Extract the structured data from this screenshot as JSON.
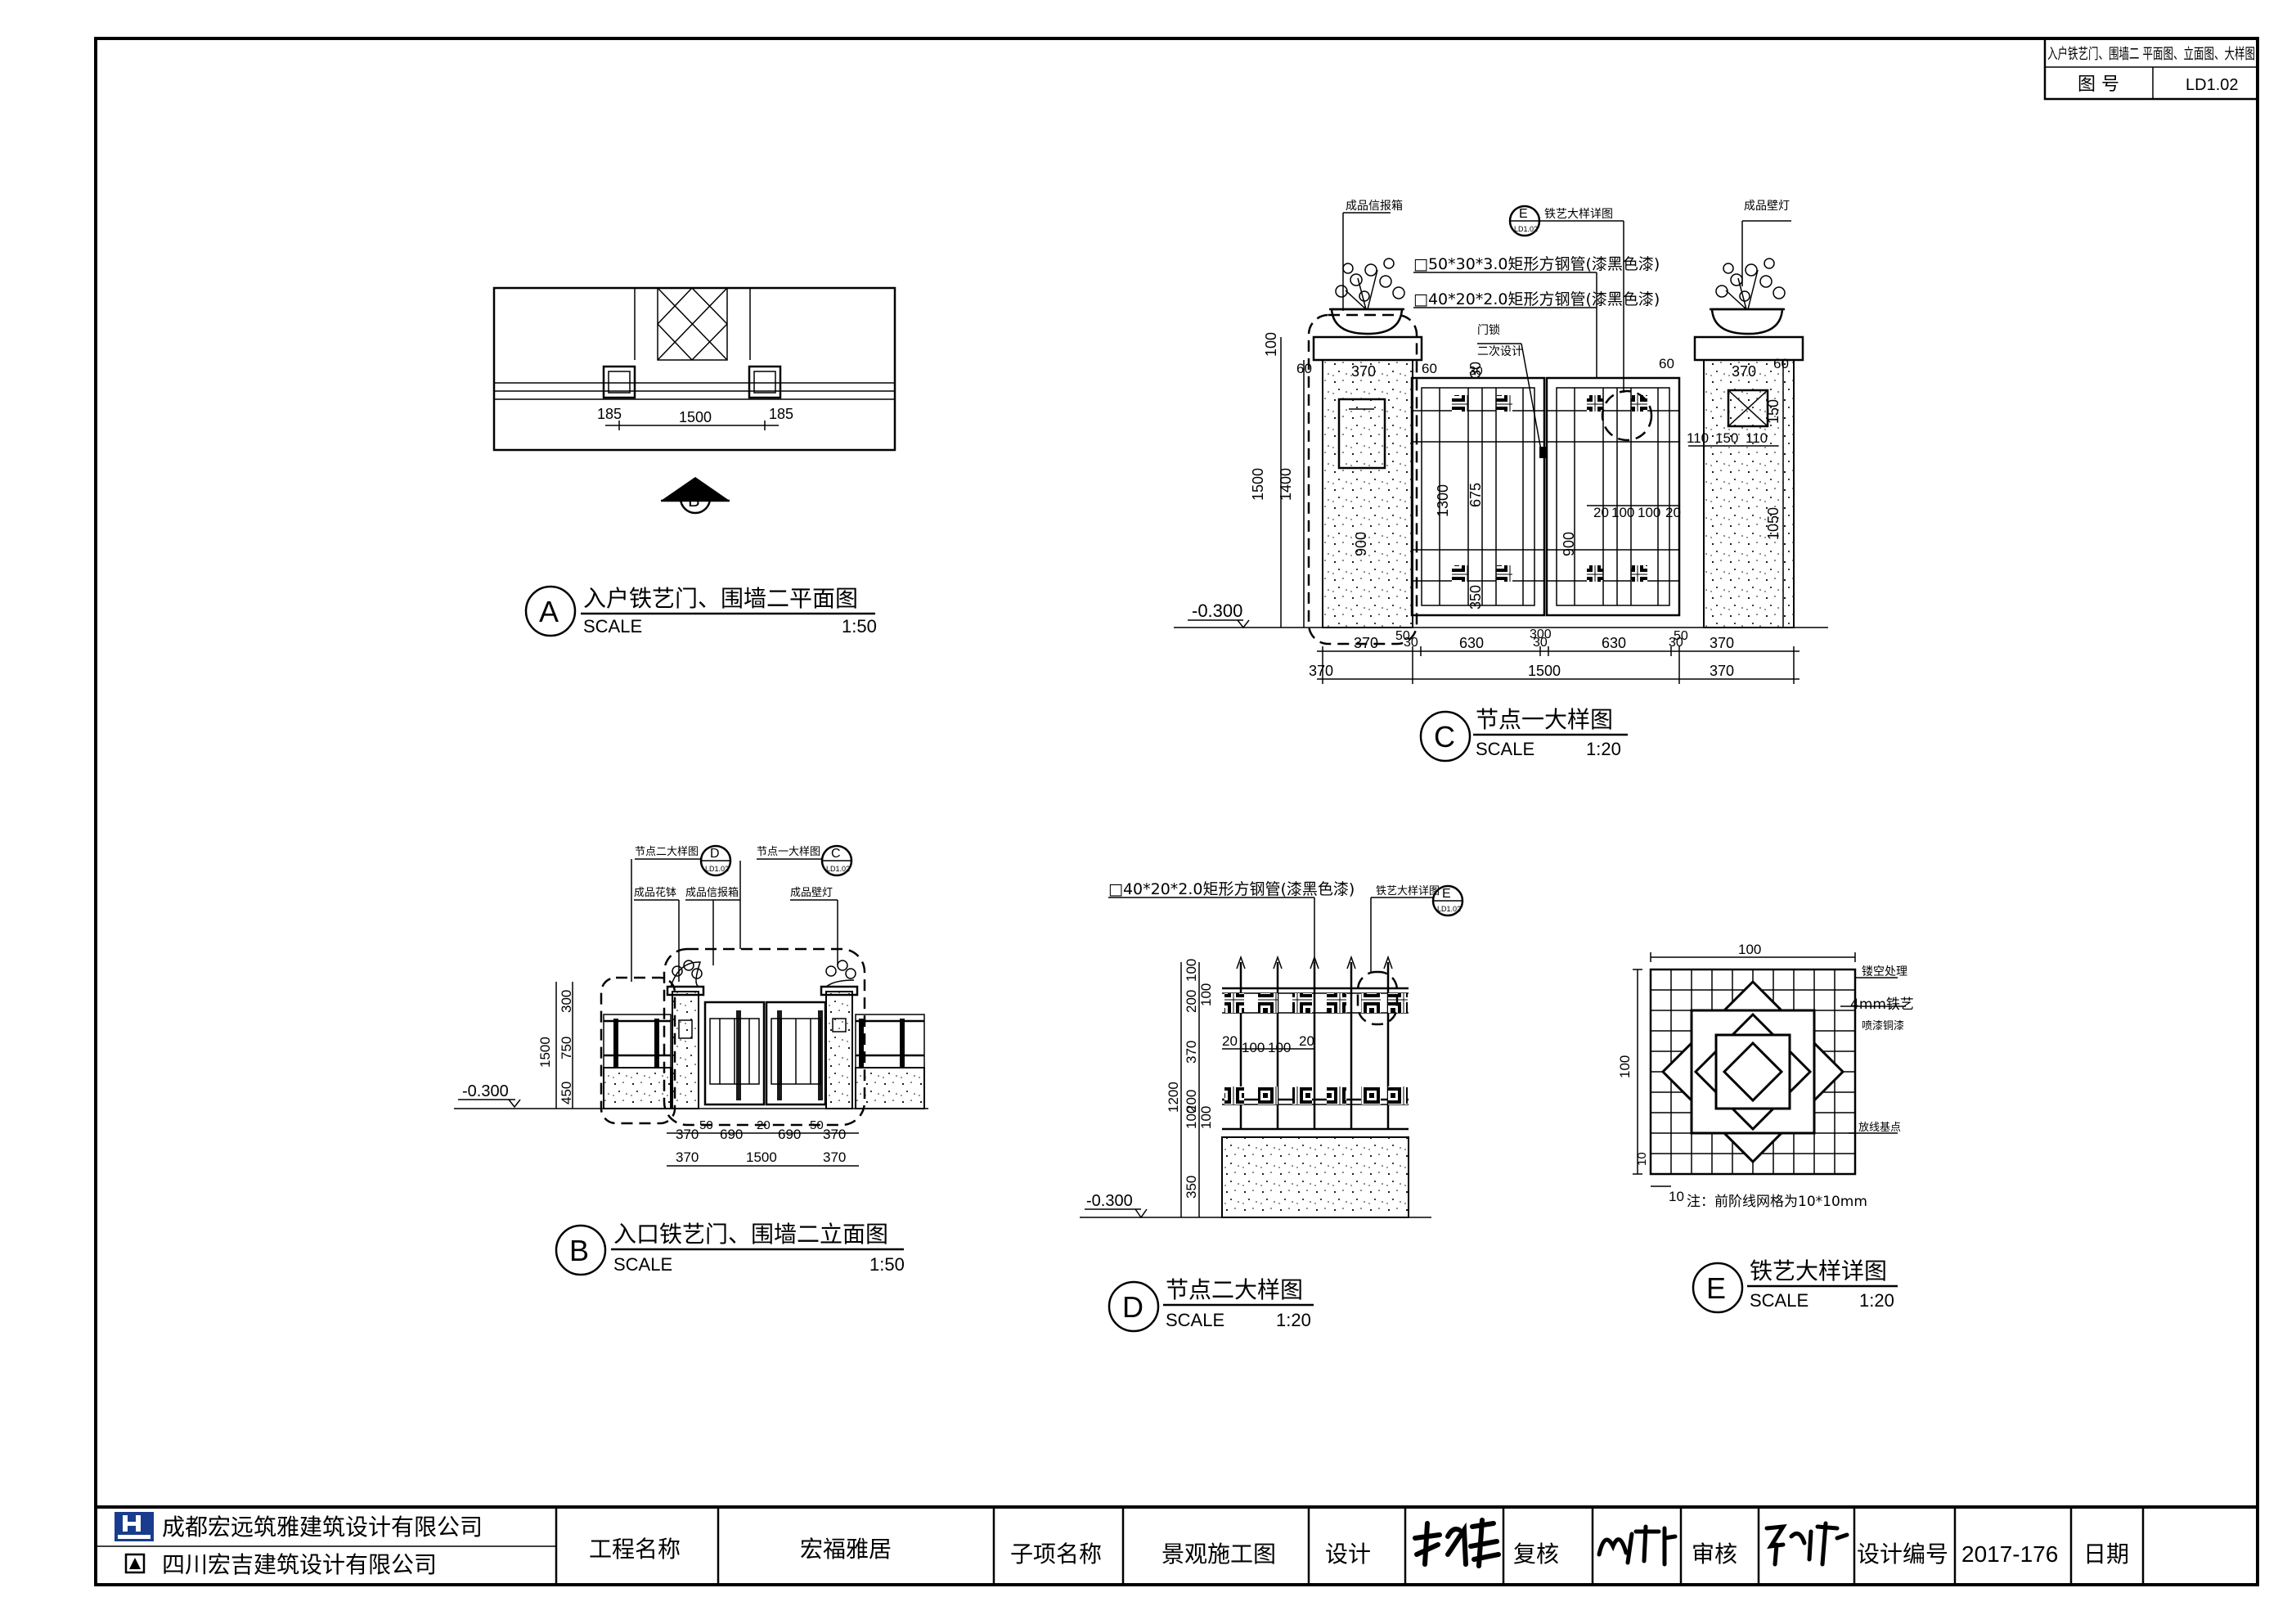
{
  "title_block": {
    "drawing_title": "入户铁艺门、围墙二 平面图、立面图、大样图",
    "drawing_no_label": "图 号",
    "drawing_no": "LD1.02"
  },
  "footer": {
    "company1": "成都宏远筑雅建筑设计有限公司",
    "company2": "四川宏吉建筑设计有限公司",
    "project_label": "工程名称",
    "project_value": "宏福雅居",
    "sub_label": "子项名称",
    "sub_value": "景观施工图",
    "design_label": "设计",
    "check_label": "复核",
    "review_label": "审核",
    "design_no_label": "设计编号",
    "design_no": "2017-176",
    "date_label": "日期"
  },
  "views": {
    "A": {
      "letter": "A",
      "title": "入户铁艺门、围墙二平面图",
      "scale_label": "SCALE",
      "scale": "1:50",
      "dims": [
        "185",
        "1500",
        "185"
      ],
      "marker": "B"
    },
    "B": {
      "letter": "B",
      "title": "入口铁艺门、围墙二立面图",
      "scale_label": "SCALE",
      "scale": "1:50",
      "level": "-0.300",
      "callouts": [
        "节点二大样图",
        "节点一大样图",
        "成品花钵",
        "成品信报箱",
        "成品壁灯"
      ],
      "tags": [
        "D",
        "C",
        "LD1.02"
      ],
      "vdims": [
        "300",
        "750",
        "450",
        "1500"
      ],
      "hdims1": [
        "370",
        "50",
        "690",
        "20",
        "690",
        "50",
        "370"
      ],
      "hdims2": [
        "370",
        "1500",
        "370"
      ]
    },
    "C": {
      "letter": "C",
      "title": "节点一大样图",
      "scale_label": "SCALE",
      "scale": "1:20",
      "level": "-0.300",
      "callouts": [
        "成品信报箱",
        "铁艺大样详图",
        "成品壁灯",
        "□50*30*3.0矩形方钢管(漆黑色漆)",
        "□40*20*2.0矩形方钢管(漆黑色漆)",
        "门锁",
        "二次设计"
      ],
      "tags": [
        "E",
        "LD1.02"
      ],
      "vdims": [
        "100",
        "1500",
        "1400",
        "1300",
        "675",
        "900",
        "350",
        "30",
        "150",
        "1050",
        "900"
      ],
      "small": [
        "60",
        "370",
        "60",
        "60",
        "370",
        "60",
        "110",
        "150",
        "110",
        "20",
        "100",
        "100",
        "20",
        "30"
      ],
      "hdims1": [
        "370",
        "30",
        "630",
        "30",
        "630",
        "30",
        "370"
      ],
      "hdims1b": [
        "50",
        "300",
        "50"
      ],
      "hdims2": [
        "370",
        "1500",
        "370"
      ]
    },
    "D": {
      "letter": "D",
      "title": "节点二大样图",
      "scale_label": "SCALE",
      "scale": "1:20",
      "level": "-0.300",
      "callouts": [
        "□40*20*2.0矩形方钢管(漆黑色漆)",
        "铁艺大样详图"
      ],
      "tags": [
        "E",
        "LD1.02"
      ],
      "vdims": [
        "100",
        "200",
        "100",
        "370",
        "1200",
        "200",
        "100",
        "100",
        "350"
      ],
      "hdims": [
        "20",
        "100",
        "100",
        "20"
      ]
    },
    "E": {
      "letter": "E",
      "title": "铁艺大样详图",
      "scale_label": "SCALE",
      "scale": "1:20",
      "dims": [
        "100",
        "100",
        "10",
        "10"
      ],
      "notes": [
        "镂空处理",
        "4mm铁艺",
        "喷漆铜漆",
        "放线基点"
      ],
      "footnote": "注：前阶线网格为10*10mm"
    }
  }
}
